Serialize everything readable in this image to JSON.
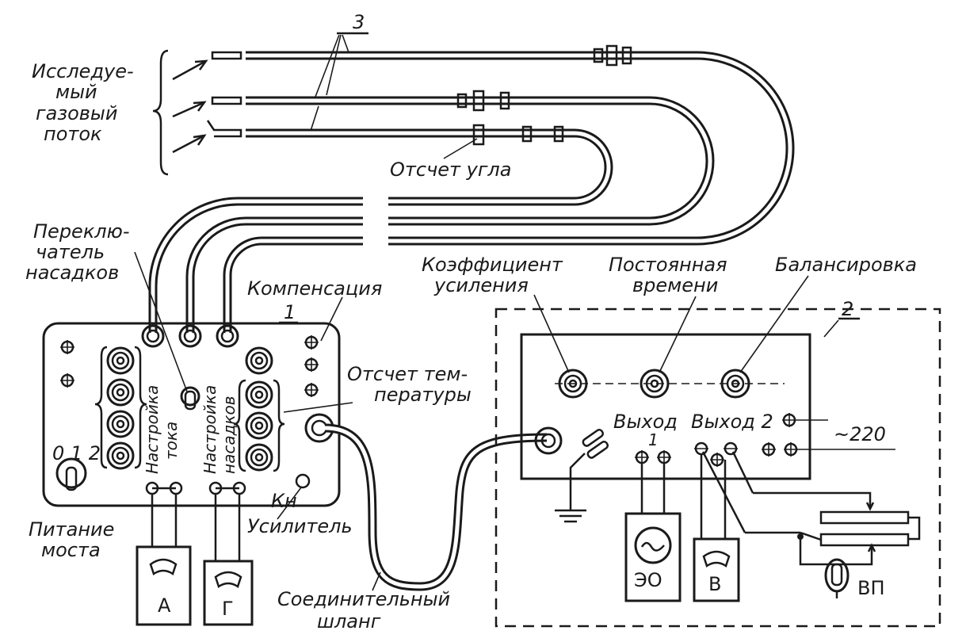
{
  "labels": {
    "gas_flow": [
      "Исследуе-",
      "мый",
      "газовый",
      "поток"
    ],
    "number_3": "3",
    "angle_reading": "Отсчет угла",
    "probe_switch": [
      "Переклю-",
      "чатель",
      "насадков"
    ],
    "compensation": "Компенсация",
    "number_1": "1",
    "gain_coefficient": [
      "Коэффициент",
      "усиления"
    ],
    "time_constant": [
      "Постоянная",
      "времени"
    ],
    "balancing": "Балансировка",
    "number_2": "2",
    "current_tuning": [
      "Настройка",
      "тока"
    ],
    "probe_tuning": [
      "Настройка",
      "насадков"
    ],
    "temperature_reading": [
      "Отсчет тем-",
      "пературы"
    ],
    "switch_positions": "0 1 2",
    "button_kn": "Кн",
    "amplifier": "Усилитель",
    "bridge_power": [
      "Питание",
      "моста"
    ],
    "output_1_word": "Выход",
    "output_1_num": "1",
    "output_2": "Выход 2",
    "mains": "~220",
    "connecting_hose": [
      "Соединительный",
      "шланг"
    ]
  },
  "instruments": {
    "ammeter": "А",
    "galvanometer": "Г",
    "oscilloscope": "ЭО",
    "voltmeter": "В",
    "potentiometer": "ВП"
  }
}
